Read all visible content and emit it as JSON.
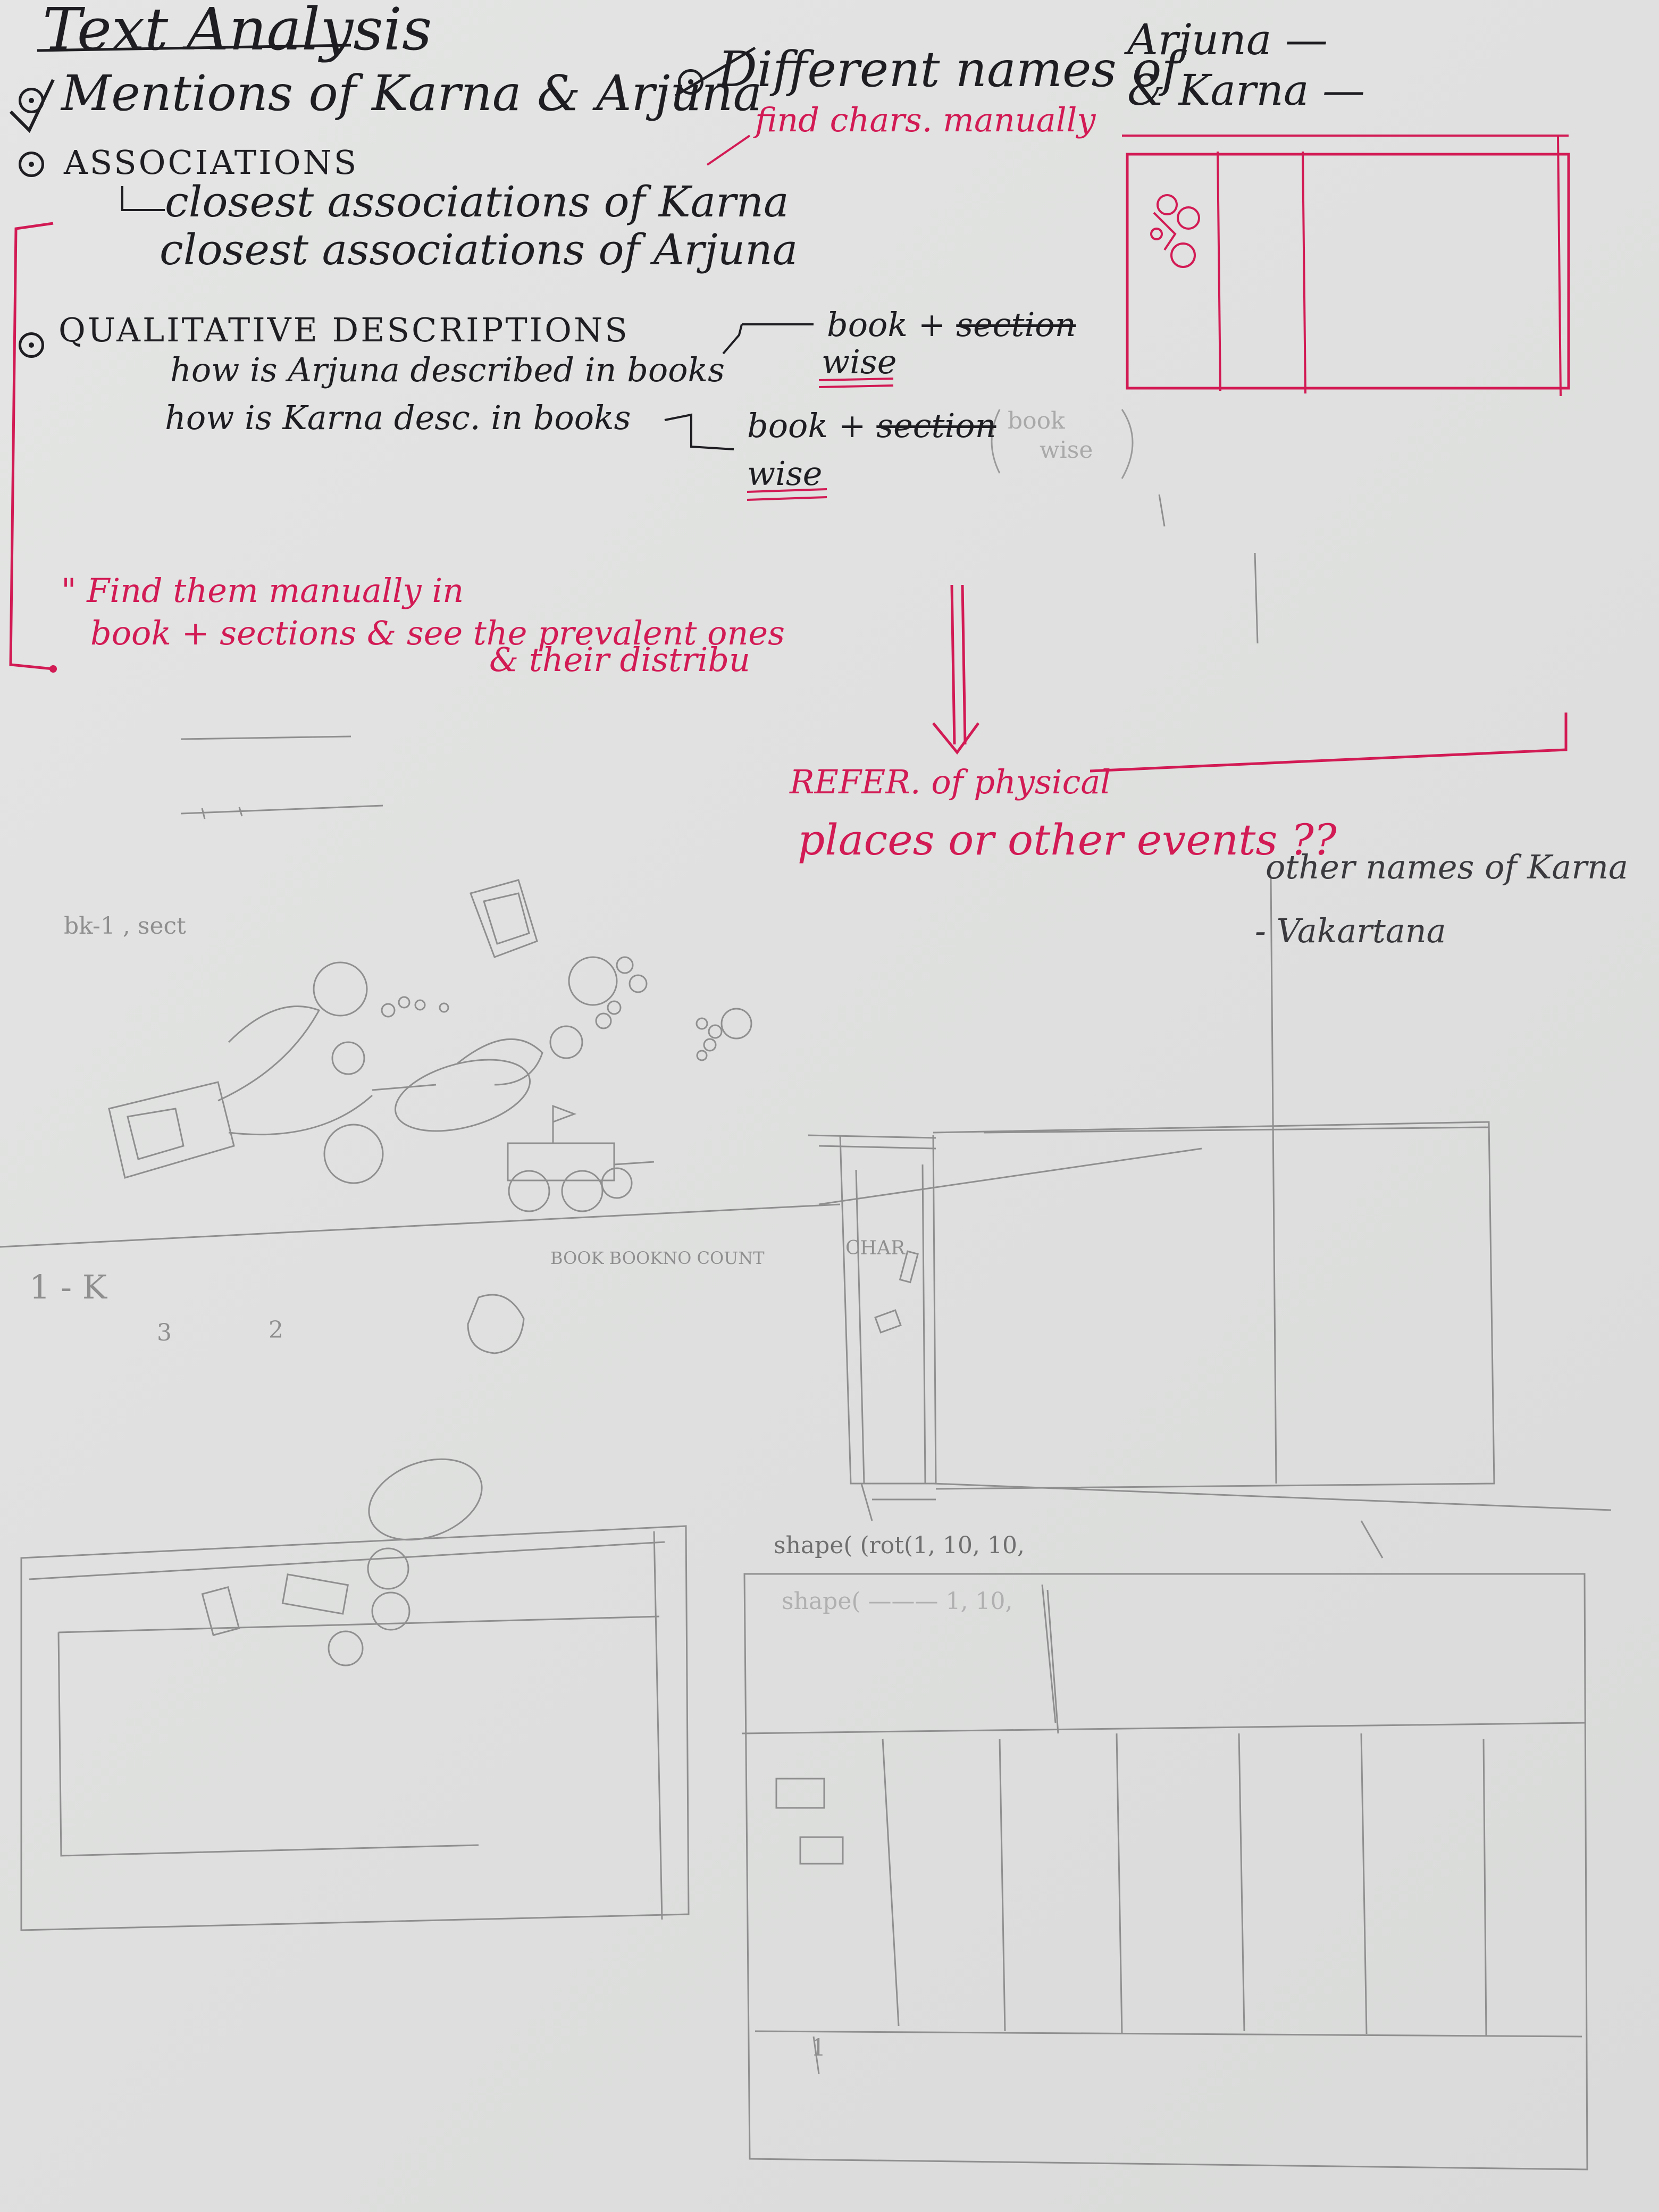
{
  "title": "Text Analysis",
  "sections": {
    "mentions": "Mentions of Karna & Arjuna",
    "different_names": "Different names of",
    "names_arjuna": "Arjuna —",
    "names_karna": "& Karna —",
    "find_chars": "find chars. manually",
    "associations": {
      "heading": "ASSOCIATIONS",
      "items": [
        "closest associations of Karna",
        "closest associations of Arjuna"
      ]
    },
    "qualitative": {
      "heading": "QUALITATIVE DESCRIPTIONS",
      "items": [
        "how is Arjuna described in books",
        "how is Karna desc. in books"
      ]
    },
    "book_section_1": {
      "book": "book +",
      "section": "section",
      "wise": "wise"
    },
    "book_section_2": {
      "book": "book +",
      "section": "section",
      "wise": "wise"
    },
    "book_wise_faint": [
      "book",
      "wise"
    ],
    "find_manually": [
      "\" Find them manually in",
      "book + sections & see the prevalent ones",
      "& their distribu"
    ],
    "refer_line_1": "REFER. of physical",
    "refer_line_2": "places or other events ??",
    "other_names_heading": "other names of Karna",
    "other_names_item": "- Vakartana"
  },
  "pencil_notes": {
    "bk_sect": "bk-1 , sect",
    "col_headers": "BOOK  BOOKNO  COUNT",
    "char": "CHAR",
    "num_k": "1 - K",
    "num_3": "3",
    "num_2": "2",
    "shape_1": "shape( (rot(1, 10, 10,",
    "shape_2": "shape( ——— 1, 10,",
    "marker_1": "1"
  },
  "colors": {
    "ink": "#1e1e22",
    "red_pen": "#d21a55",
    "pencil": "#8f8f8f",
    "paper": "#e2e3e2"
  }
}
